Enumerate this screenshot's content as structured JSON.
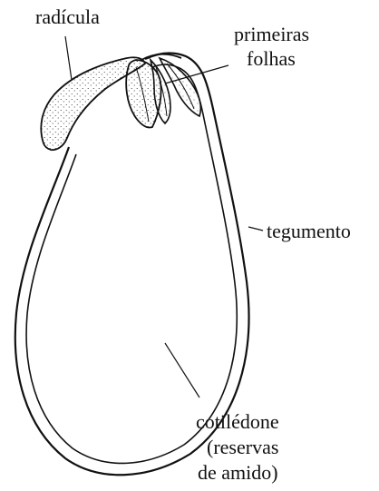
{
  "labels": {
    "radicle": "radícula",
    "first_leaves_line1": "primeiras",
    "first_leaves_line2": "folhas",
    "seed_coat": "tegumento",
    "cotyledon_line1": "cotilédone",
    "cotyledon_line2": "(reservas",
    "cotyledon_line3": "de amido)"
  },
  "colors": {
    "ink": "#111111",
    "background": "#ffffff"
  }
}
